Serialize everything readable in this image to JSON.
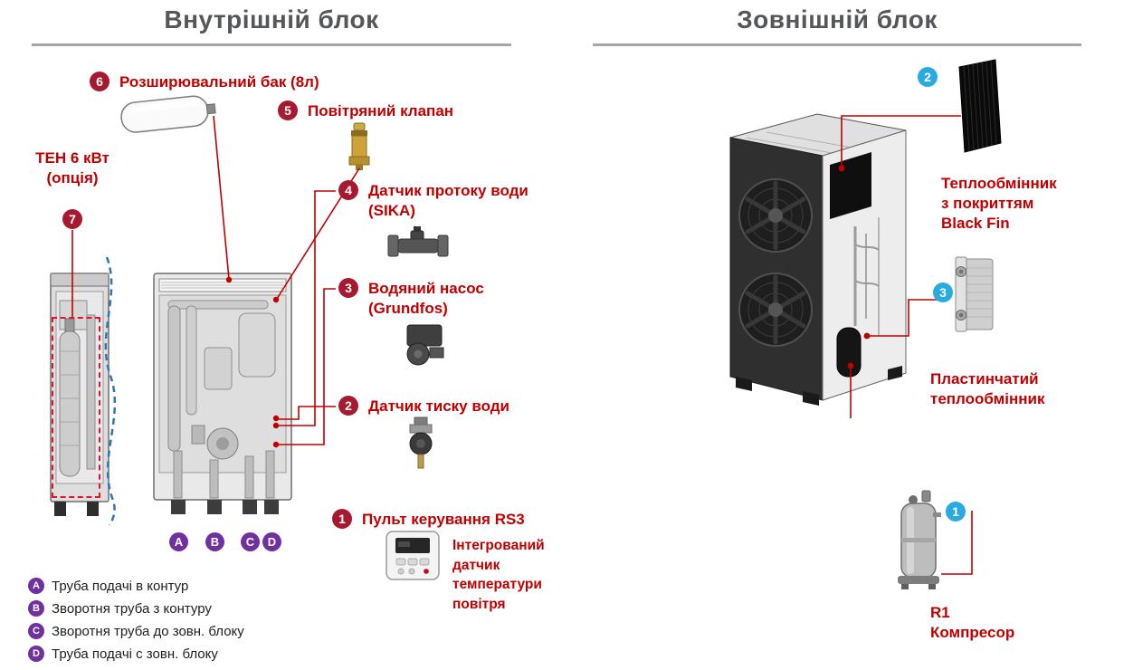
{
  "indoor": {
    "title": "Внутрішній блок",
    "heater_label": "ТЕН 6 кВт\n(опція)",
    "air_sensor_note": "Інтегрований\nдатчик\nтемператури\nповітря",
    "callouts": {
      "c1": {
        "num": "1",
        "label": "Пульт керування RS3"
      },
      "c2": {
        "num": "2",
        "label": "Датчик тиску води"
      },
      "c3": {
        "num": "3",
        "label": "Водяний насос\n(Grundfos)"
      },
      "c4": {
        "num": "4",
        "label": "Датчик протоку води\n(SIKA)"
      },
      "c5": {
        "num": "5",
        "label": "Повітряний клапан"
      },
      "c6": {
        "num": "6",
        "label": "Розширювальний бак (8л)"
      },
      "c7": {
        "num": "7"
      }
    },
    "ports": [
      "A",
      "B",
      "C",
      "D"
    ],
    "legend": [
      {
        "letter": "A",
        "text": "Труба подачі в контур"
      },
      {
        "letter": "B",
        "text": "Зворотня труба з контуру"
      },
      {
        "letter": "C",
        "text": "Зворотня труба до зовн. блоку"
      },
      {
        "letter": "D",
        "text": "Труба подачі с зовн. блоку"
      }
    ]
  },
  "outdoor": {
    "title": "Зовнішній блок",
    "callouts": {
      "c1": {
        "num": "1",
        "label": "R1\nКомпресор"
      },
      "c2": {
        "num": "2",
        "label": "Теплообмінник\nз покриттям\nBlack Fin"
      },
      "c3": {
        "num": "3",
        "label": "Пластинчатий\nтеплообмінник"
      }
    }
  },
  "colors": {
    "callout_red": "#A6192E",
    "label_red": "#C00000",
    "line_red": "#C00000",
    "callout_blue": "#29ABE2",
    "port_purple": "#7030A0",
    "title_gray": "#55565A",
    "rule_gray": "#A3A5A8",
    "flow_blue": "#2E75B6"
  }
}
